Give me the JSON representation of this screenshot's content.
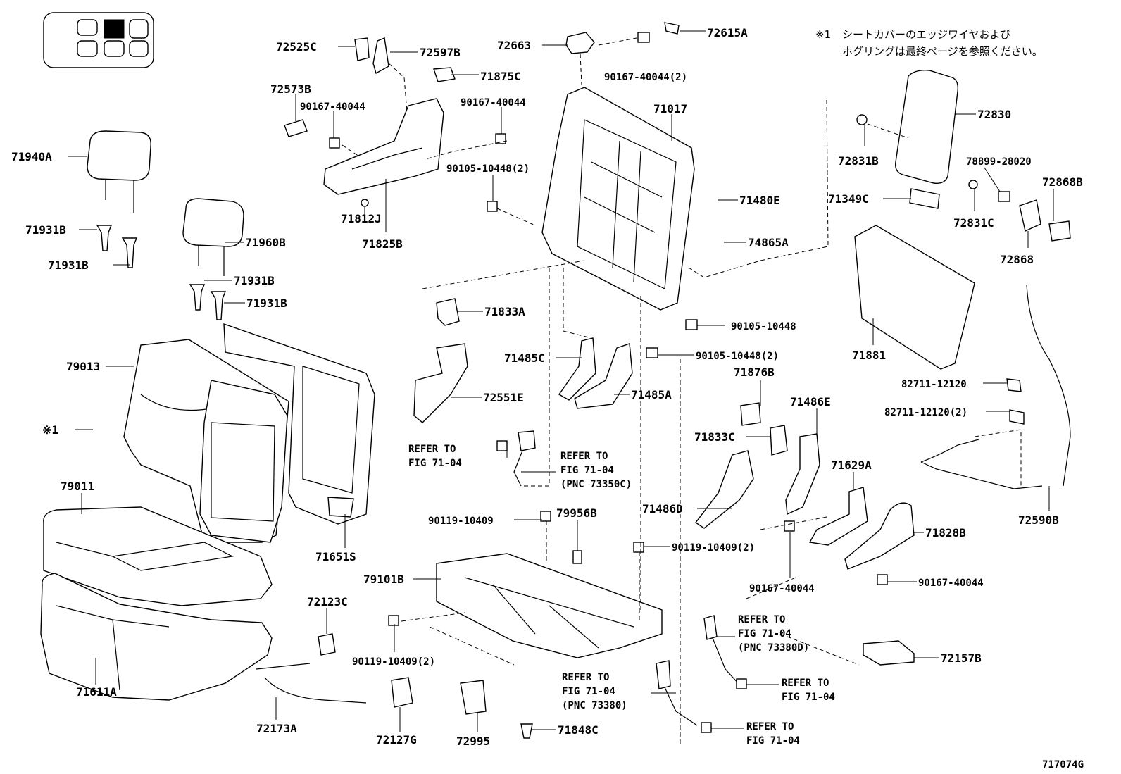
{
  "note": {
    "mark": "※1",
    "line1": "シートカバーのエッジワイヤおよび",
    "line2": "ホグリングは最終ページを参照ください。"
  },
  "figure_id": "717074G",
  "labels": {
    "p72525C": "72525C",
    "p72597B": "72597B",
    "p72663": "72663",
    "p72615A": "72615A",
    "p90167_40044_2a": "90167-40044(2)",
    "p71875C": "71875C",
    "p72573B": "72573B",
    "p90167_40044_a": "90167-40044",
    "p90167_40044_b": "90167-40044",
    "p71017": "71017",
    "p72830": "72830",
    "p71940A": "71940A",
    "p72831B": "72831B",
    "p78899_28020": "78899-28020",
    "p90105_10448_2a": "90105-10448(2)",
    "p71480E": "71480E",
    "p71349C": "71349C",
    "p72868B": "72868B",
    "p71931B_1": "71931B",
    "p71812J": "71812J",
    "p74865A": "74865A",
    "p72831C": "72831C",
    "p71960B": "71960B",
    "p71825B": "71825B",
    "p72868": "72868",
    "p71931B_2": "71931B",
    "p71931B_3": "71931B",
    "p71931B_4": "71931B",
    "p71833A": "71833A",
    "p90105_10448": "90105-10448",
    "p71881": "71881",
    "p90105_10448_2b": "90105-10448(2)",
    "p79013": "79013",
    "p71485C": "71485C",
    "p71876B": "71876B",
    "p82711_12120": "82711-12120",
    "p72551E": "72551E",
    "p71485A": "71485A",
    "p71486E": "71486E",
    "p82711_12120_2": "82711-12120(2)",
    "mark1": "※1",
    "p71833C": "71833C",
    "p71629A": "71629A",
    "p79011": "79011",
    "p71486D": "71486D",
    "p72590B": "72590B",
    "p90119_10409_a": "90119-10409",
    "p79956B": "79956B",
    "p71828B": "71828B",
    "p71651S": "71651S",
    "p90119_10409_2a": "90119-10409(2)",
    "p90167_40044_c": "90167-40044",
    "p90167_40044_d": "90167-40044",
    "p79101B": "79101B",
    "p72123C": "72123C",
    "p90119_10409_2b": "90119-10409(2)",
    "p72157B": "72157B",
    "p71611A": "71611A",
    "p72173A": "72173A",
    "p72127G": "72127G",
    "p72995": "72995",
    "p71848C": "71848C"
  },
  "references": {
    "r1": {
      "line1": "REFER TO",
      "line2": "FIG 71-04"
    },
    "r2": {
      "line1": "REFER TO",
      "line2": "FIG 71-04",
      "line3": "(PNC 73350C)"
    },
    "r3": {
      "line1": "REFER TO",
      "line2": "FIG 71-04",
      "line3": "(PNC 73380D)"
    },
    "r4": {
      "line1": "REFER TO",
      "line2": "FIG 71-04",
      "line3": "(PNC 73380)"
    },
    "r5": {
      "line1": "REFER TO",
      "line2": "FIG 71-04"
    },
    "r6": {
      "line1": "REFER TO",
      "line2": "FIG 71-04"
    }
  }
}
